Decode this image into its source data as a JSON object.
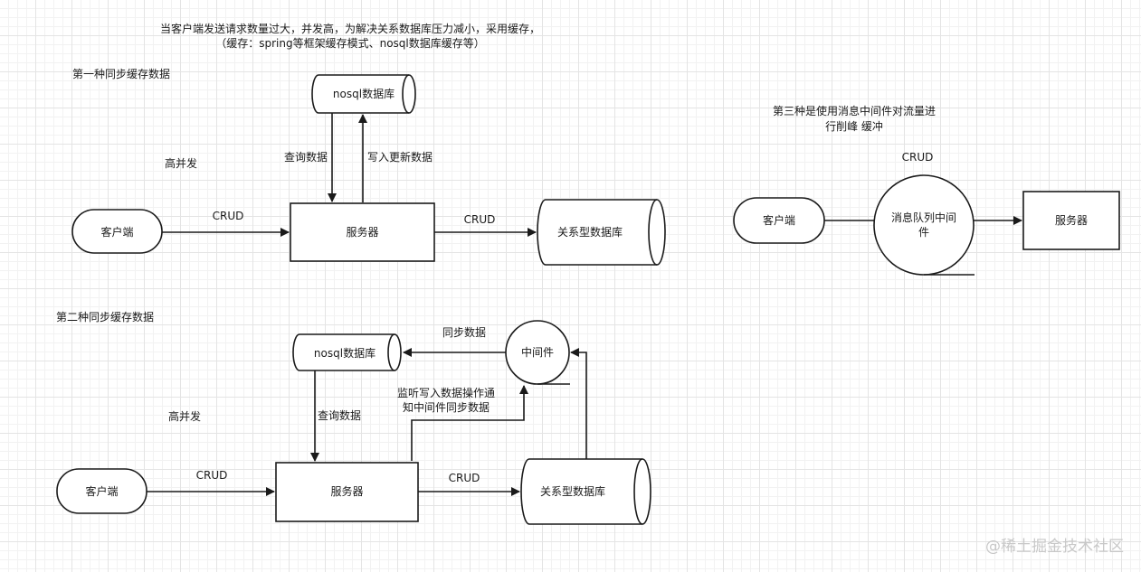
{
  "header": {
    "line1": "当客户端发送请求数量过大，并发高，为解决关系数据库压力减小，采用缓存，",
    "line2": "（缓存：spring等框架缓存模式、nosql数据库缓存等）"
  },
  "section1": {
    "title": "第一种同步缓存数据",
    "high_concurrency": "高并发",
    "client": "客户端",
    "server": "服务器",
    "relational_db": "关系型数据库",
    "nosql_db": "nosql数据库",
    "crud_client": "CRUD",
    "crud_db": "CRUD",
    "query_label": "查询数据",
    "write_label": "写入更新数据"
  },
  "section2": {
    "title": "第二种同步缓存数据",
    "high_concurrency": "高并发",
    "client": "客户端",
    "server": "服务器",
    "relational_db": "关系型数据库",
    "nosql_db": "nosql数据库",
    "middleware": "中间件",
    "crud_client": "CRUD",
    "crud_db": "CRUD",
    "query_label": "查询数据",
    "sync_label": "同步数据",
    "notify_line1": "监听写入数据操作通",
    "notify_line2": "知中间件同步数据"
  },
  "section3": {
    "title_line1": "第三种是使用消息中间件对流量进",
    "title_line2": "行削峰 缓冲",
    "crud": "CRUD",
    "client": "客户端",
    "queue_line1": "消息队列中间",
    "queue_line2": "件",
    "server": "服务器"
  },
  "watermark": "@稀土掘金技术社区",
  "colors": {
    "stroke": "#1a1a1a",
    "grid": "#e4e4e4",
    "watermark": "#c8c8c8"
  }
}
